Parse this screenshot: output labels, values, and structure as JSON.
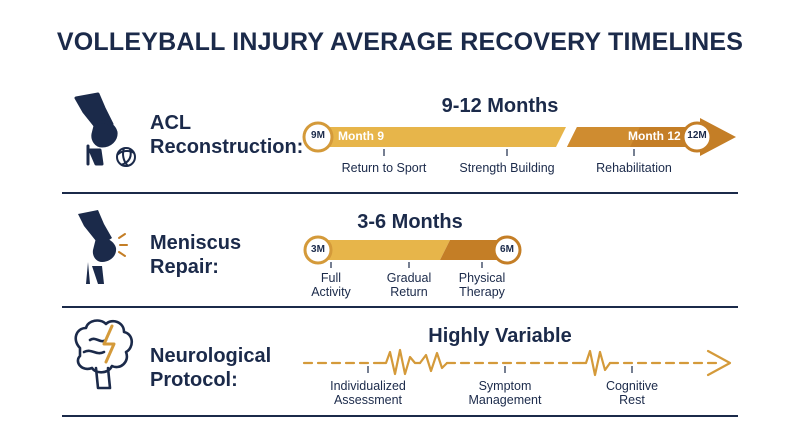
{
  "title": "VOLLEYBALL INJURY AVERAGE RECOVERY TIMELINES",
  "colors": {
    "navy": "#1b2a4a",
    "gold_light": "#e7b54a",
    "gold": "#d49a3a",
    "gold_dark": "#c07a22"
  },
  "rows": [
    {
      "icon": "knee-volleyball-icon",
      "label_line1": "ACL",
      "label_line2": "Reconstruction:",
      "duration": "9-12 Months",
      "start_badge": "9M",
      "end_badge": "12M",
      "start_marker": "Month 9",
      "end_marker": "Month 12",
      "phases": [
        "Return to Sport",
        "Strength Building",
        "Rehabilitation"
      ]
    },
    {
      "icon": "knee-injury-icon",
      "label_line1": "Meniscus",
      "label_line2": "Repair:",
      "duration": "3-6 Months",
      "start_badge": "3M",
      "end_badge": "6M",
      "phases": [
        {
          "line1": "Full",
          "line2": "Activity"
        },
        {
          "line1": "Gradual",
          "line2": "Return"
        },
        {
          "line1": "Physical",
          "line2": "Therapy"
        }
      ]
    },
    {
      "icon": "brain-lightning-icon",
      "label_line1": "Neurological",
      "label_line2": "Protocol:",
      "duration": "Highly Variable",
      "phases": [
        {
          "line1": "Individualized",
          "line2": "Assessment"
        },
        {
          "line1": "Symptom",
          "line2": "Management"
        },
        {
          "line1": "Cognitive",
          "line2": "Rest"
        }
      ]
    }
  ]
}
